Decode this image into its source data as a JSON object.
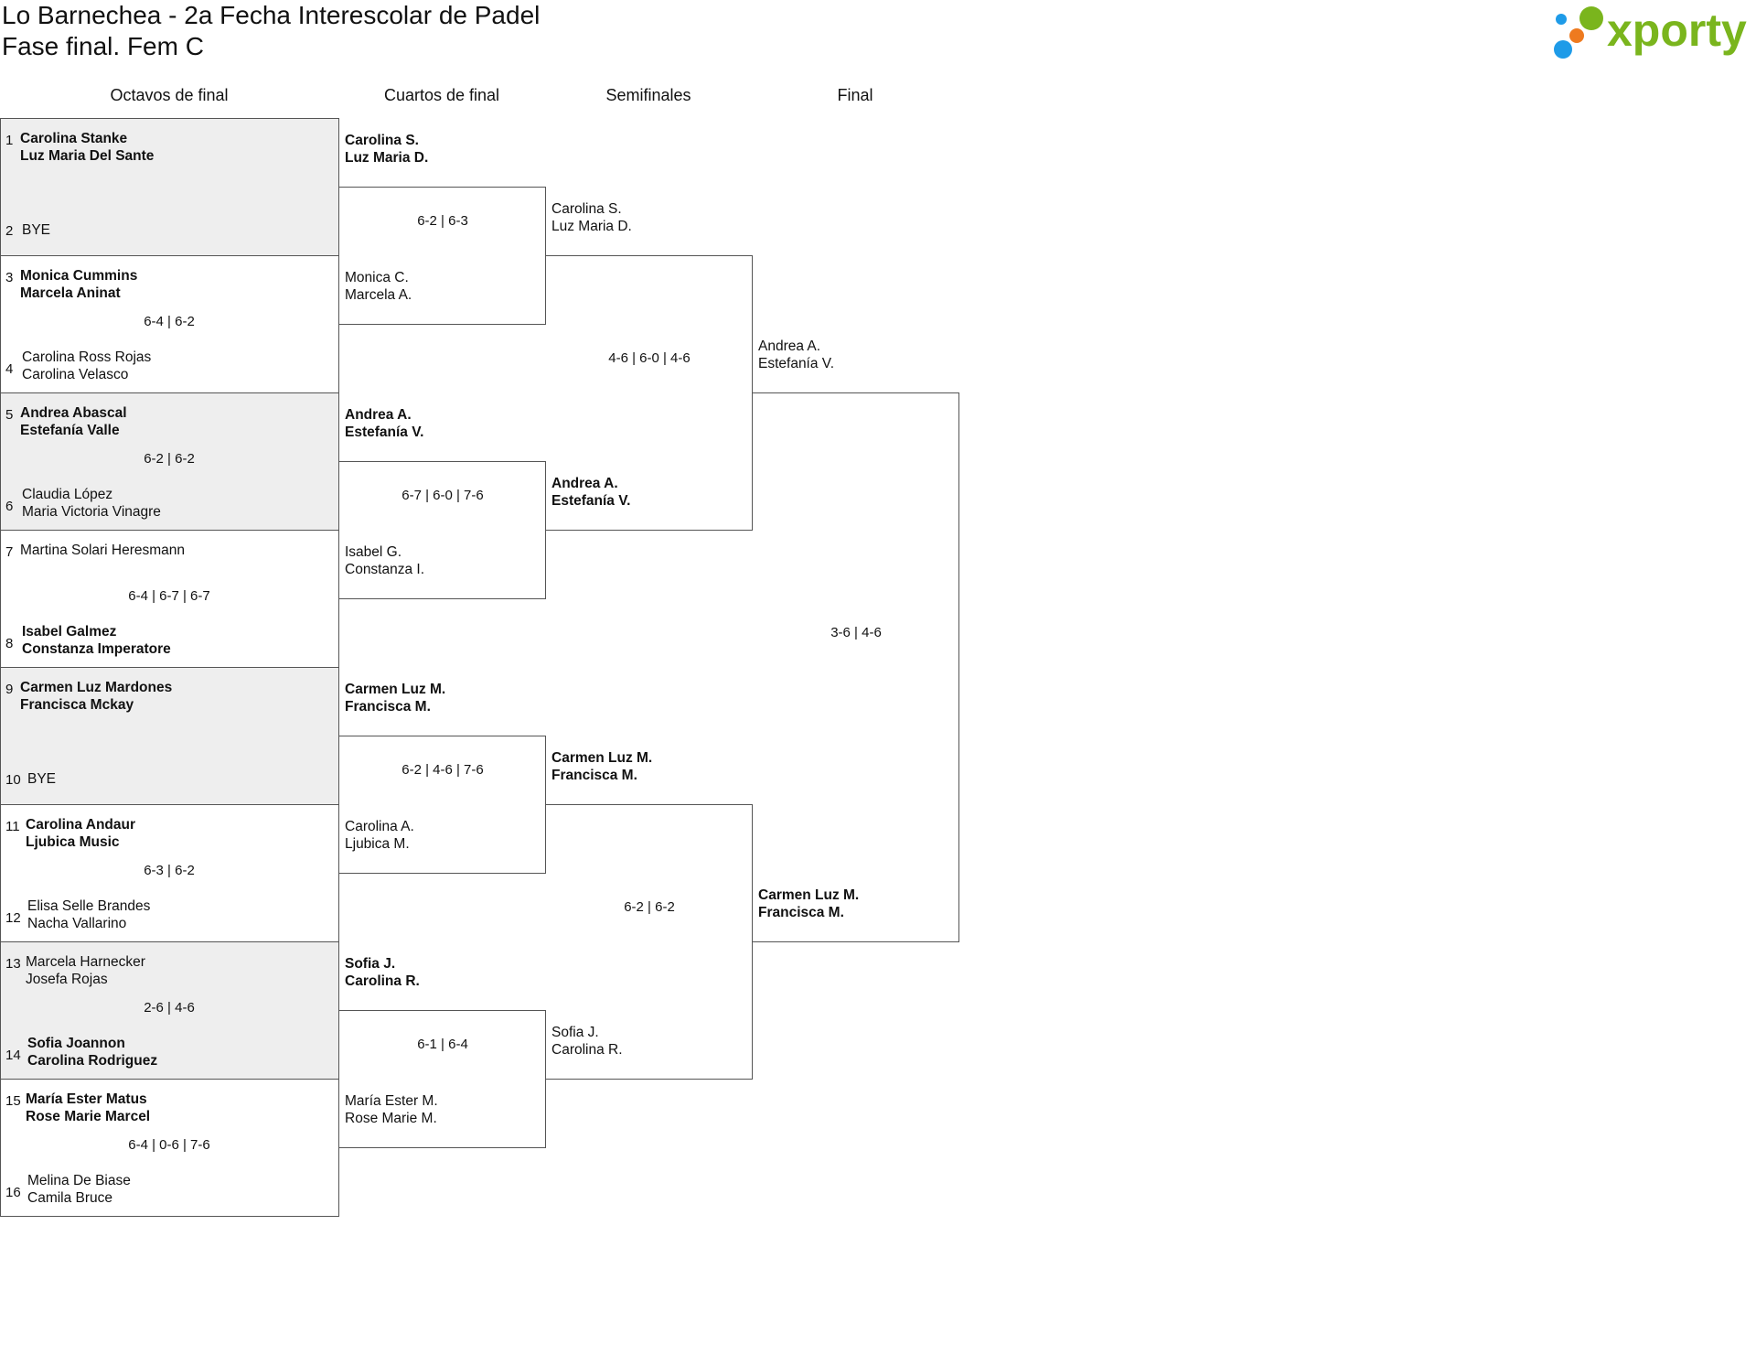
{
  "header": {
    "title": "Lo Barnechea - 2a Fecha Interescolar de Padel",
    "subtitle": "Fase final. Fem C",
    "logo_text": "xporty"
  },
  "colors": {
    "brand_green": "#7ab51d",
    "dot_blue": "#1e9be8",
    "dot_orange": "#ee7a1f",
    "shade": "#eeeeee",
    "line": "#555555"
  },
  "rounds": [
    "Octavos de final",
    "Cuartos de final",
    "Semifinales",
    "Final"
  ],
  "r16": [
    {
      "seedA": "1",
      "teamA": [
        "Carolina Stanke",
        "Luz Maria Del Sante"
      ],
      "seedB": "2",
      "teamB": [
        "BYE"
      ],
      "score": "",
      "winner": "A"
    },
    {
      "seedA": "3",
      "teamA": [
        "Monica Cummins",
        "Marcela Aninat"
      ],
      "seedB": "4",
      "teamB": [
        "Carolina Ross Rojas",
        "Carolina Velasco"
      ],
      "score": "6-4 | 6-2",
      "winner": "A"
    },
    {
      "seedA": "5",
      "teamA": [
        "Andrea Abascal",
        "Estefanía Valle"
      ],
      "seedB": "6",
      "teamB": [
        "Claudia López",
        "Maria Victoria Vinagre"
      ],
      "score": "6-2 | 6-2",
      "winner": "A"
    },
    {
      "seedA": "7",
      "teamA": [
        "Martina Solari Heresmann"
      ],
      "seedB": "8",
      "teamB": [
        "Isabel Galmez",
        "Constanza Imperatore"
      ],
      "score": "6-4 | 6-7 | 6-7",
      "winner": "B"
    },
    {
      "seedA": "9",
      "teamA": [
        "Carmen Luz Mardones",
        "Francisca Mckay"
      ],
      "seedB": "10",
      "teamB": [
        "BYE"
      ],
      "score": "",
      "winner": "A"
    },
    {
      "seedA": "11",
      "teamA": [
        "Carolina Andaur",
        "Ljubica Music"
      ],
      "seedB": "12",
      "teamB": [
        "Elisa Selle Brandes",
        "Nacha Vallarino"
      ],
      "score": "6-3 | 6-2",
      "winner": "A"
    },
    {
      "seedA": "13",
      "teamA": [
        "Marcela Harnecker",
        "Josefa Rojas"
      ],
      "seedB": "14",
      "teamB": [
        "Sofia Joannon",
        "Carolina Rodriguez"
      ],
      "score": "2-6 | 4-6",
      "winner": "B"
    },
    {
      "seedA": "15",
      "teamA": [
        "María Ester Matus",
        "Rose Marie Marcel"
      ],
      "seedB": "16",
      "teamB": [
        "Melina De Biase",
        "Camila Bruce"
      ],
      "score": "6-4 | 0-6 | 7-6",
      "winner": "A"
    }
  ],
  "qf": [
    {
      "teamA": [
        "Carolina S.",
        "Luz Maria D."
      ],
      "teamB": [
        "Monica C.",
        "Marcela A."
      ],
      "score": "6-2 | 6-3",
      "winner": "A"
    },
    {
      "teamA": [
        "Andrea A.",
        "Estefanía V."
      ],
      "teamB": [
        "Isabel G.",
        "Constanza I."
      ],
      "score": "6-7 | 6-0 | 7-6",
      "winner": "A"
    },
    {
      "teamA": [
        "Carmen Luz M.",
        "Francisca M."
      ],
      "teamB": [
        "Carolina A.",
        "Ljubica M."
      ],
      "score": "6-2 | 4-6 | 7-6",
      "winner": "A"
    },
    {
      "teamA": [
        "Sofia J.",
        "Carolina R."
      ],
      "teamB": [
        "María Ester M.",
        "Rose Marie M."
      ],
      "score": "6-1 | 6-4",
      "winner": "A"
    }
  ],
  "sf": [
    {
      "teamA": [
        "Carolina S.",
        "Luz Maria D."
      ],
      "teamB": [
        "Andrea A.",
        "Estefanía V."
      ],
      "score": "4-6 | 6-0 | 4-6",
      "winner": "B"
    },
    {
      "teamA": [
        "Carmen Luz M.",
        "Francisca M."
      ],
      "teamB": [
        "Sofia J.",
        "Carolina R."
      ],
      "score": "6-2 | 6-2",
      "winner": "A"
    }
  ],
  "final": {
    "teamA": [
      "Andrea A.",
      "Estefanía V."
    ],
    "teamB": [
      "Carmen Luz M.",
      "Francisca M."
    ],
    "score": "3-6 | 4-6",
    "winner": "B"
  }
}
